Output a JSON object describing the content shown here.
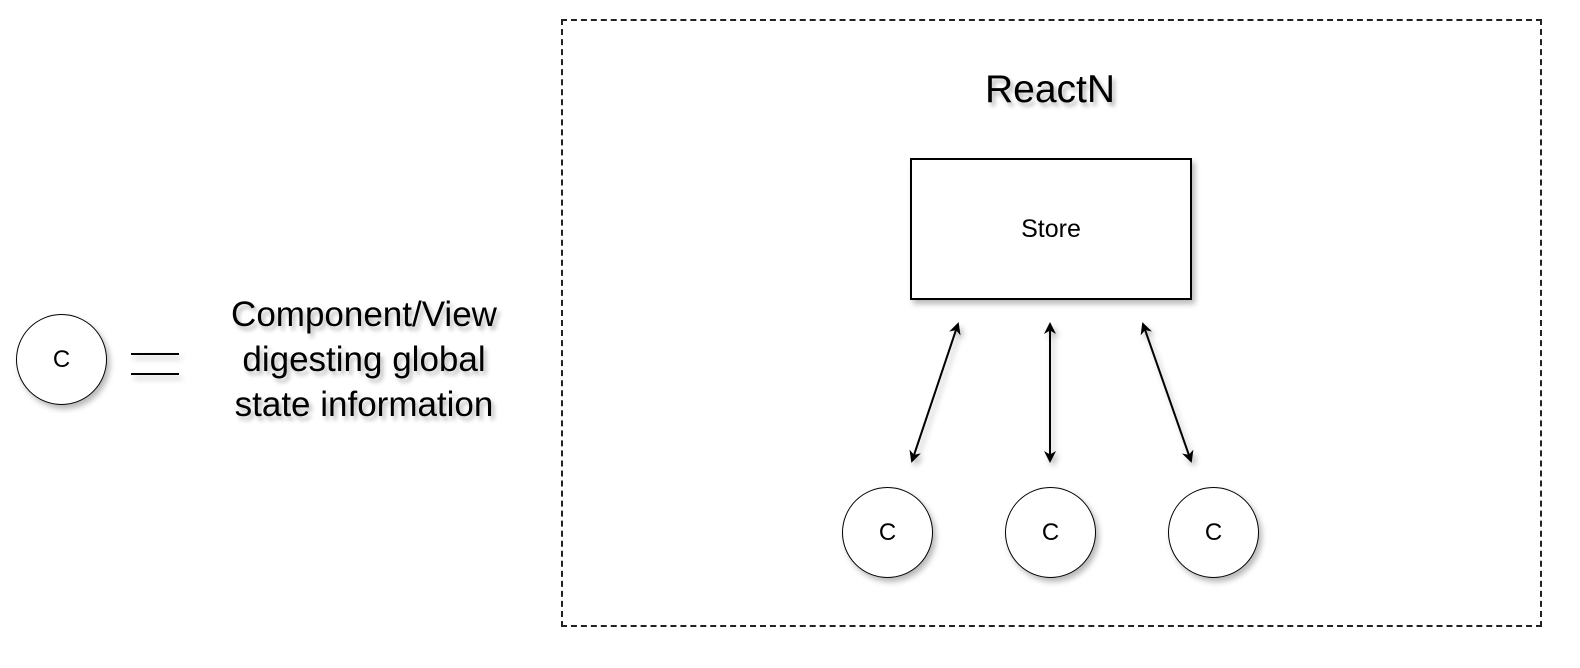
{
  "legend": {
    "symbol_label": "C",
    "description_lines": [
      "Component/View",
      "digesting global",
      "state information"
    ]
  },
  "diagram": {
    "title": "ReactN",
    "store_label": "Store",
    "consumers": [
      {
        "label": "C"
      },
      {
        "label": "C"
      },
      {
        "label": "C"
      }
    ],
    "arrow_style": "bidirectional"
  },
  "colors": {
    "background": "#ffffff",
    "stroke": "#000000"
  }
}
